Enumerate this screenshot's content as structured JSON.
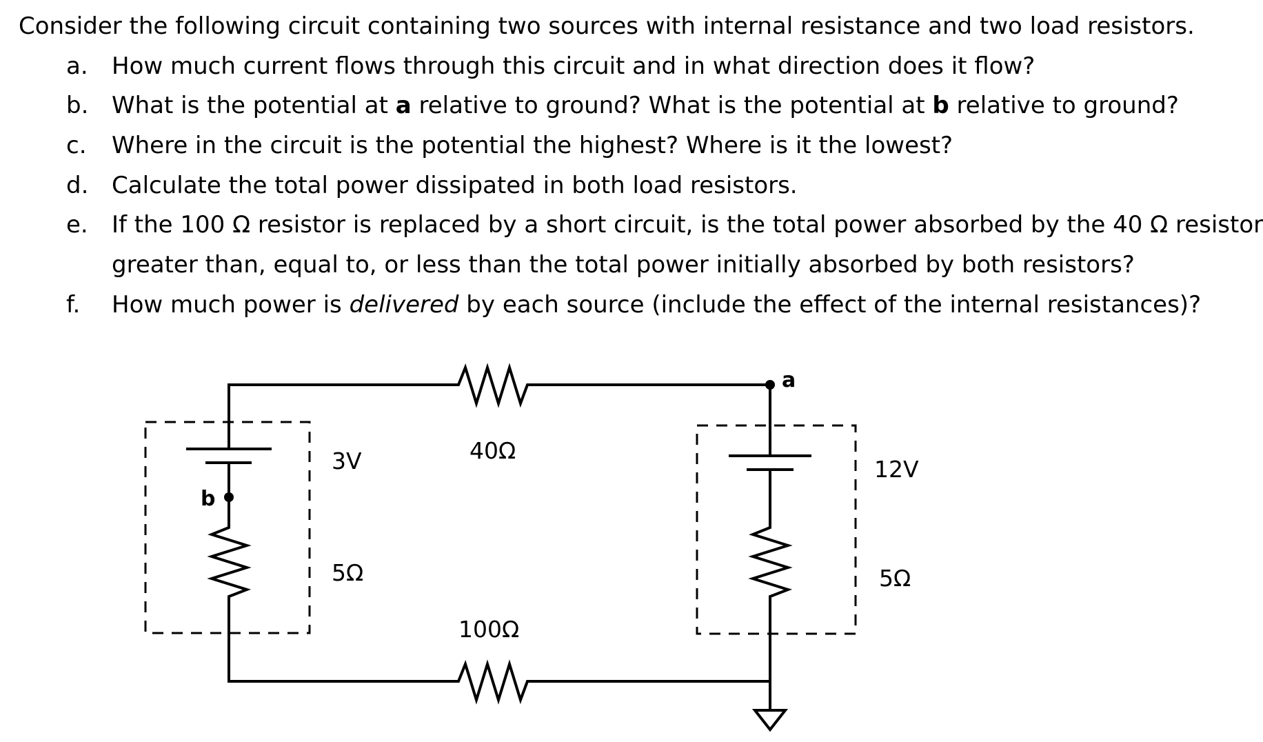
{
  "intro": "Consider the following circuit containing two sources with internal resistance and two load resistors.",
  "questions": [
    {
      "letter": "a.",
      "text": "How much current flows through this circuit and in what direction does it flow?"
    },
    {
      "letter": "b.",
      "pre1": "What is the potential at ",
      "bold1": "a",
      "mid": " relative to ground?  What is the potential at ",
      "bold2": "b",
      "post": " relative to ground?"
    },
    {
      "letter": "c.",
      "text": "Where in the circuit is the potential the highest?  Where is it the lowest?"
    },
    {
      "letter": "d.",
      "text": "Calculate the total power dissipated in both load resistors."
    },
    {
      "letter": "e.",
      "line1": "If the 100 Ω resistor is replaced by a short circuit, is the total power absorbed by the 40 Ω resistor",
      "line2": "greater than, equal to, or less than the total power initially absorbed by both resistors?"
    },
    {
      "letter": "f.",
      "pre": "How much power is ",
      "italic": "delivered",
      "post": " by each source (include the effect of the internal resistances)?"
    }
  ],
  "circuit": {
    "node_a": "a",
    "node_b": "b",
    "left_source_voltage": "3V",
    "left_internal_resistance": "5Ω",
    "top_resistor": "40Ω",
    "bottom_resistor": "100Ω",
    "right_source_voltage": "12V",
    "right_internal_resistance": "5Ω"
  }
}
